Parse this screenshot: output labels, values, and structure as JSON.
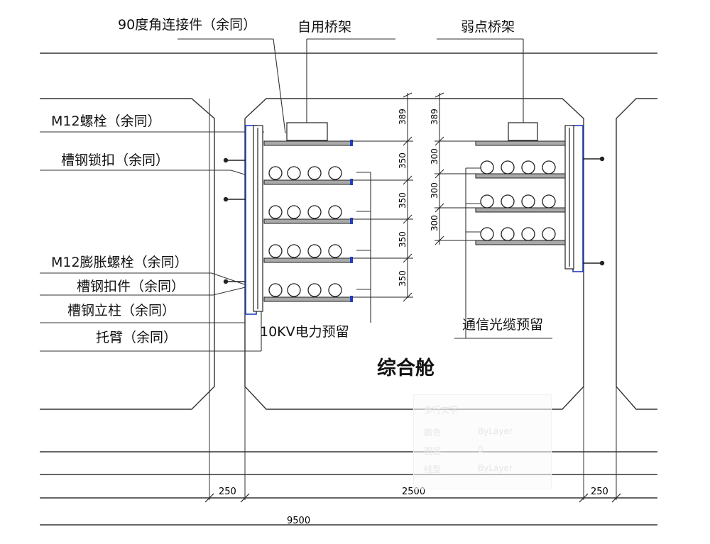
{
  "labels": {
    "corner_connector": "90度角连接件（余同）",
    "own_tray": "自用桥架",
    "weak_tray": "弱点桥架",
    "m12_bolt": "M12螺栓（余同）",
    "channel_lock": "槽钢锁扣（余同）",
    "expansion_bolt": "M12膨胀螺栓（余同）",
    "channel_clip": "槽钢扣件（余同）",
    "channel_post": "槽钢立柱（余同）",
    "bracket_arm": "托臂（余同）",
    "reserve_10kv": "10KV电力预留",
    "telecom_reserve": "通信光缆预留",
    "compartment": "综合舱"
  },
  "dimensions": {
    "left_spacing": [
      "389",
      "350",
      "350",
      "350",
      "350"
    ],
    "right_spacing": [
      "389",
      "300",
      "300",
      "300"
    ],
    "bottom": [
      "250",
      "2500",
      "250"
    ],
    "total": "9500"
  },
  "ghost_panel": {
    "title": "多行文字",
    "rows": [
      {
        "key": "颜色",
        "value": "ByLayer"
      },
      {
        "key": "图层",
        "value": "0"
      },
      {
        "key": "线型",
        "value": "ByLayer"
      }
    ]
  },
  "colors": {
    "line": "#1a1a1a",
    "accent_blue": "#1f3fbf",
    "tray_fill": "#a9a9a9"
  }
}
